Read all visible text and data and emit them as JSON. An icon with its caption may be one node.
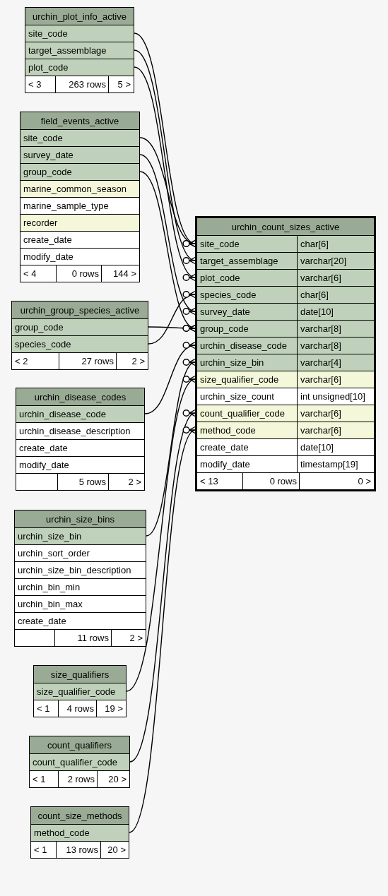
{
  "diagram": {
    "nodes": [
      {
        "text": [
          "urchin_plot_info_active"
        ]
      },
      {
        "text": [
          "site_code"
        ],
        "in": 0
      },
      {
        "text": [
          "target_assemblage"
        ],
        "in": 0
      },
      {
        "text": [
          "plot_code"
        ],
        "in": 0
      },
      {
        "text": [
          "< 3",
          "263 rows",
          "5 >"
        ],
        "in": 0
      },
      {
        "text": [
          "field_events_active"
        ]
      },
      {
        "text": [
          "site_code"
        ],
        "in": 5
      },
      {
        "text": [
          "survey_date"
        ],
        "in": 5
      },
      {
        "text": [
          "group_code"
        ],
        "in": 5
      },
      {
        "text": [
          "marine_common_season"
        ],
        "in": 5
      },
      {
        "text": [
          "marine_sample_type"
        ],
        "in": 5
      },
      {
        "text": [
          "recorder"
        ],
        "in": 5
      },
      {
        "text": [
          "create_date"
        ],
        "in": 5
      },
      {
        "text": [
          "modify_date"
        ],
        "in": 5
      },
      {
        "text": [
          "< 4",
          "0 rows",
          "144 >"
        ],
        "in": 5
      },
      {
        "text": [
          "urchin_group_species_active"
        ]
      },
      {
        "text": [
          "group_code"
        ],
        "in": 15
      },
      {
        "text": [
          "species_code"
        ],
        "in": 15
      },
      {
        "text": [
          "< 2",
          "27 rows",
          "2 >"
        ],
        "in": 15
      },
      {
        "text": [
          "urchin_disease_codes"
        ]
      },
      {
        "text": [
          "urchin_disease_code"
        ],
        "in": 19
      },
      {
        "text": [
          "urchin_disease_description"
        ],
        "in": 19
      },
      {
        "text": [
          "create_date"
        ],
        "in": 19
      },
      {
        "text": [
          "modify_date"
        ],
        "in": 19
      },
      {
        "text": [
          "5 rows",
          "2 >"
        ],
        "in": 19
      },
      {
        "text": [
          "urchin_size_bins"
        ]
      },
      {
        "text": [
          "urchin_size_bin"
        ],
        "in": 25
      },
      {
        "text": [
          "urchin_sort_order"
        ],
        "in": 25
      },
      {
        "text": [
          "urchin_size_bin_description"
        ],
        "in": 25
      },
      {
        "text": [
          "urchin_bin_min"
        ],
        "in": 25
      },
      {
        "text": [
          "urchin_bin_max"
        ],
        "in": 25
      },
      {
        "text": [
          "create_date"
        ],
        "in": 25
      },
      {
        "text": [
          "11 rows",
          "2 >"
        ],
        "in": 25
      },
      {
        "text": [
          "size_qualifiers"
        ]
      },
      {
        "text": [
          "size_qualifier_code"
        ],
        "in": 33
      },
      {
        "text": [
          "< 1",
          "4 rows",
          "19 >"
        ],
        "in": 33
      },
      {
        "text": [
          "count_qualifiers"
        ]
      },
      {
        "text": [
          "count_qualifier_code"
        ],
        "in": 36
      },
      {
        "text": [
          "< 1",
          "2 rows",
          "20 >"
        ],
        "in": 36
      },
      {
        "text": [
          "count_size_methods"
        ]
      },
      {
        "text": [
          "method_code"
        ],
        "in": 39
      },
      {
        "text": [
          "< 1",
          "13 rows",
          "20 >"
        ],
        "in": 39
      },
      {
        "text": [
          "urchin_count_sizes_active"
        ]
      },
      {
        "text": [
          "site_code",
          "char[6]"
        ],
        "in": 42
      },
      {
        "text": [
          "target_assemblage",
          "varchar[20]"
        ],
        "in": 42
      },
      {
        "text": [
          "plot_code",
          "varchar[6]"
        ],
        "in": 42
      },
      {
        "text": [
          "species_code",
          "char[6]"
        ],
        "in": 42
      },
      {
        "text": [
          "survey_date",
          "date[10]"
        ],
        "in": 42
      },
      {
        "text": [
          "group_code",
          "varchar[8]"
        ],
        "in": 42
      },
      {
        "text": [
          "urchin_disease_code",
          "varchar[8]"
        ],
        "in": 42
      },
      {
        "text": [
          "urchin_size_bin",
          "varchar[4]"
        ],
        "in": 42
      },
      {
        "text": [
          "size_qualifier_code",
          "varchar[6]"
        ],
        "in": 42
      },
      {
        "text": [
          "urchin_size_count",
          "int unsigned[10]"
        ],
        "in": 42
      },
      {
        "text": [
          "count_qualifier_code",
          "varchar[6]"
        ],
        "in": 42
      },
      {
        "text": [
          "method_code",
          "varchar[6]"
        ],
        "in": 42
      },
      {
        "text": [
          "create_date",
          "date[10]"
        ],
        "in": 42
      },
      {
        "text": [
          "modify_date",
          "timestamp[19]"
        ],
        "in": 42
      },
      {
        "text": [
          "< 13",
          "0 rows",
          "0 >"
        ],
        "in": 42
      }
    ],
    "edges": [
      {
        "from": 43,
        "to": 1,
        "arrow": "other"
      },
      {
        "from": 44,
        "to": 2,
        "arrow": "other"
      },
      {
        "from": 45,
        "to": 3,
        "arrow": "other"
      },
      {
        "from": 43,
        "to": 6,
        "arrow": "other"
      },
      {
        "from": 47,
        "to": 7,
        "arrow": "other"
      },
      {
        "from": 48,
        "to": 8,
        "arrow": "other"
      },
      {
        "from": 48,
        "to": 16,
        "arrow": "other"
      },
      {
        "from": 46,
        "to": 17,
        "arrow": "other"
      },
      {
        "from": 49,
        "to": 20,
        "arrow": "other"
      },
      {
        "from": 50,
        "to": 26,
        "arrow": "other"
      },
      {
        "from": 51,
        "to": 34,
        "arrow": "other"
      },
      {
        "from": 53,
        "to": 37,
        "arrow": "other"
      },
      {
        "from": 54,
        "to": 40,
        "arrow": "other"
      }
    ]
  }
}
